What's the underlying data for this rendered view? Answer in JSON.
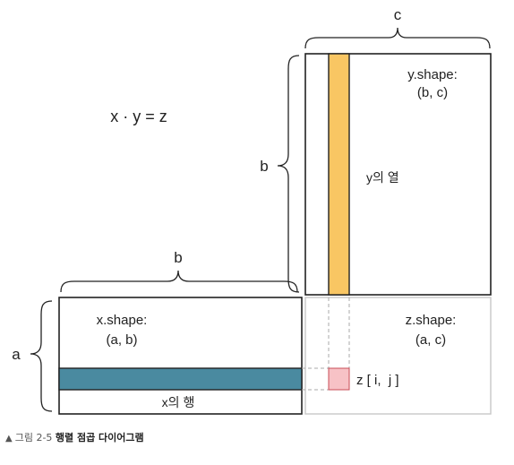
{
  "equation": "x · y = z",
  "dims": {
    "c": "c",
    "b_top": "b",
    "b_left": "b",
    "a": "a"
  },
  "matrix_y": {
    "shape_label": "y.shape:",
    "shape_value": "(b, c)",
    "column_label": "y의 열"
  },
  "matrix_x": {
    "shape_label": "x.shape:",
    "shape_value": "(a, b)",
    "row_label": "x의 행"
  },
  "matrix_z": {
    "shape_label": "z.shape:",
    "shape_value": "(a, c)",
    "element_label": "z [ i,  j ]"
  },
  "caption": {
    "marker": "▲",
    "figure_no": "그림 2-5",
    "title": "행렬 점곱 다이어그램"
  },
  "colors": {
    "column_fill": "#f9c663",
    "row_fill": "#4a8aa0",
    "element_fill": "#f7c2c6",
    "z_border": "#c8c8c8",
    "line": "#222222"
  }
}
